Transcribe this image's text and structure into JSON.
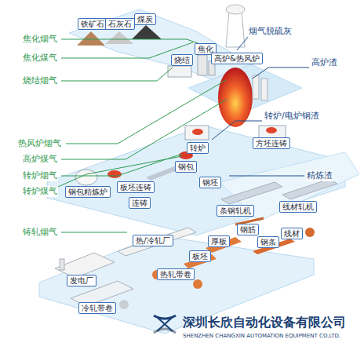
{
  "diagram": {
    "nodes": [
      {
        "text": [
          "铁矿石"
        ]
      },
      {
        "text": [
          "石灰石"
        ]
      },
      {
        "text": [
          "煤炭"
        ]
      },
      {
        "text": [
          "烧结"
        ]
      },
      {
        "text": [
          "焦化"
        ]
      },
      {
        "text": [
          "高炉&热风炉"
        ]
      },
      {
        "text": [
          "转炉"
        ]
      },
      {
        "text": [
          "方坯连铸"
        ]
      },
      {
        "text": [
          "钢包"
        ]
      },
      {
        "text": [
          "钢包精炼炉"
        ]
      },
      {
        "text": [
          "板坯连铸"
        ]
      },
      {
        "text": [
          "连铸"
        ]
      },
      {
        "text": [
          "钢坯"
        ]
      },
      {
        "text": [
          "条钢轧机"
        ]
      },
      {
        "text": [
          "线材轧机"
        ]
      },
      {
        "text": [
          "线材"
        ]
      },
      {
        "text": [
          "钢筋"
        ]
      },
      {
        "text": [
          "热/冷轧厂"
        ]
      },
      {
        "text": [
          "厚板"
        ]
      },
      {
        "text": [
          "钢条"
        ]
      },
      {
        "text": [
          "板坯"
        ]
      },
      {
        "text": [
          "热轧带卷"
        ]
      },
      {
        "text": [
          "发电厂"
        ]
      },
      {
        "text": [
          "冷轧带卷"
        ]
      }
    ],
    "labels": [
      "烟气脱硫灰",
      "高炉渣",
      "转炉/电炉钢渣",
      "精炼渣",
      "焦化烟气",
      "焦化煤气",
      "烧结烟气",
      "热风炉烟气",
      "高炉煤气",
      "转炉烟气",
      "转炉煤气",
      "铸轧烟气",
      "深圳长欣自动化设备有限公司",
      "SHENZHEN CHANGXIN AUTOMATION EQUIPMENT CO.LTD."
    ]
  }
}
